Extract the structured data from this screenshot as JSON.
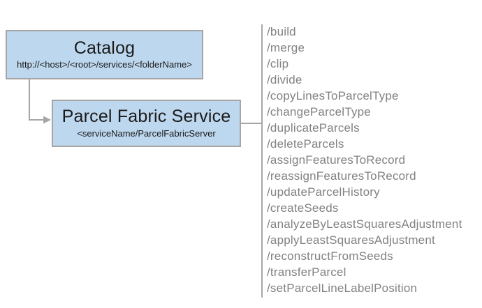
{
  "colors": {
    "box-fill": "#bdd7ee",
    "box-border": "#a6a6a6",
    "connector": "#a6a6a6",
    "divider": "#8a8a8a",
    "list-text": "#808285",
    "title-text": "#1a1a1a"
  },
  "catalog_box": {
    "title": "Catalog",
    "subtitle": "http://<host>/<root>/services/<folderName>"
  },
  "service_box": {
    "title": "Parcel Fabric Service",
    "subtitle": "<serviceName/ParcelFabricServer"
  },
  "endpoints": [
    "/build",
    "/merge",
    "/clip",
    "/divide",
    "/copyLinesToParcelType",
    "/changeParcelType",
    "/duplicateParcels",
    "/deleteParcels",
    "/assignFeaturesToRecord",
    "/reassignFeaturesToRecord",
    "/updateParcelHistory",
    "/createSeeds",
    "/analyzeByLeastSquaresAdjustment",
    "/applyLeastSquaresAdjustment",
    "/reconstructFromSeeds",
    "/transferParcel",
    "/setParcelLineLabelPosition"
  ]
}
